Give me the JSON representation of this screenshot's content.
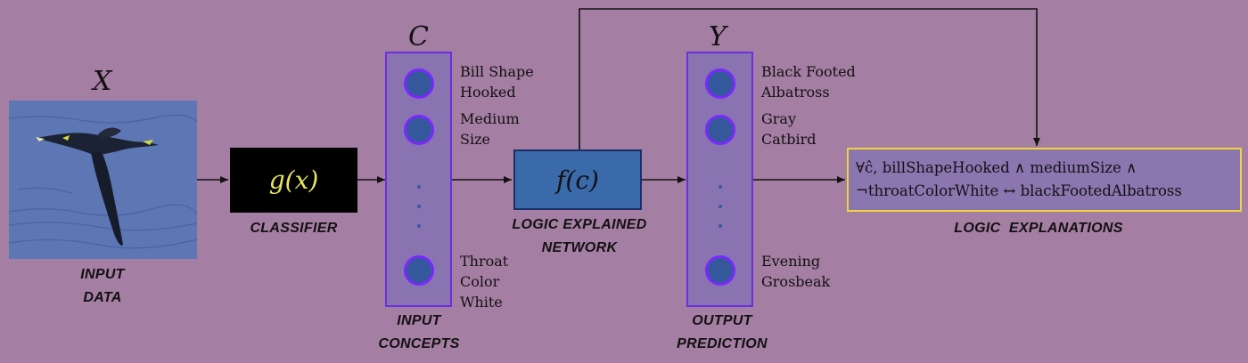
{
  "input": {
    "symbol": "X",
    "caption_line1": "INPUT",
    "caption_line2": "DATA"
  },
  "classifier": {
    "formula": "g(x)",
    "caption": "CLASSIFIER"
  },
  "concepts": {
    "symbol": "C",
    "caption_line1": "INPUT",
    "caption_line2": "CONCEPTS",
    "items": [
      {
        "lines": [
          "Bill Shape",
          "Hooked"
        ]
      },
      {
        "lines": [
          "Medium",
          "Size"
        ]
      },
      {
        "lines": [
          "Throat",
          "Color",
          "White"
        ]
      }
    ]
  },
  "len": {
    "formula": "f(c)",
    "caption_line1": "LOGIC EXPLAINED",
    "caption_line2": "NETWORK"
  },
  "output": {
    "symbol": "Y",
    "caption_line1": "OUTPUT",
    "caption_line2": "PREDICTION",
    "items": [
      {
        "lines": [
          "Black Footed",
          "Albatross"
        ]
      },
      {
        "lines": [
          "Gray",
          "Catbird"
        ]
      },
      {
        "lines": [
          "Evening",
          "Grosbeak"
        ]
      }
    ]
  },
  "explanation": {
    "line1": "∀ĉ, billShapeHooked  ∧ mediumSize ∧",
    "line2": "¬throatColorWhite ↔ blackFootedAlbatross",
    "caption": "LOGIC  EXPLANATIONS"
  },
  "colors": {
    "background": "#a57ea3",
    "accent_border": "#6b2fe0",
    "highlight_border": "#f0d43a"
  }
}
